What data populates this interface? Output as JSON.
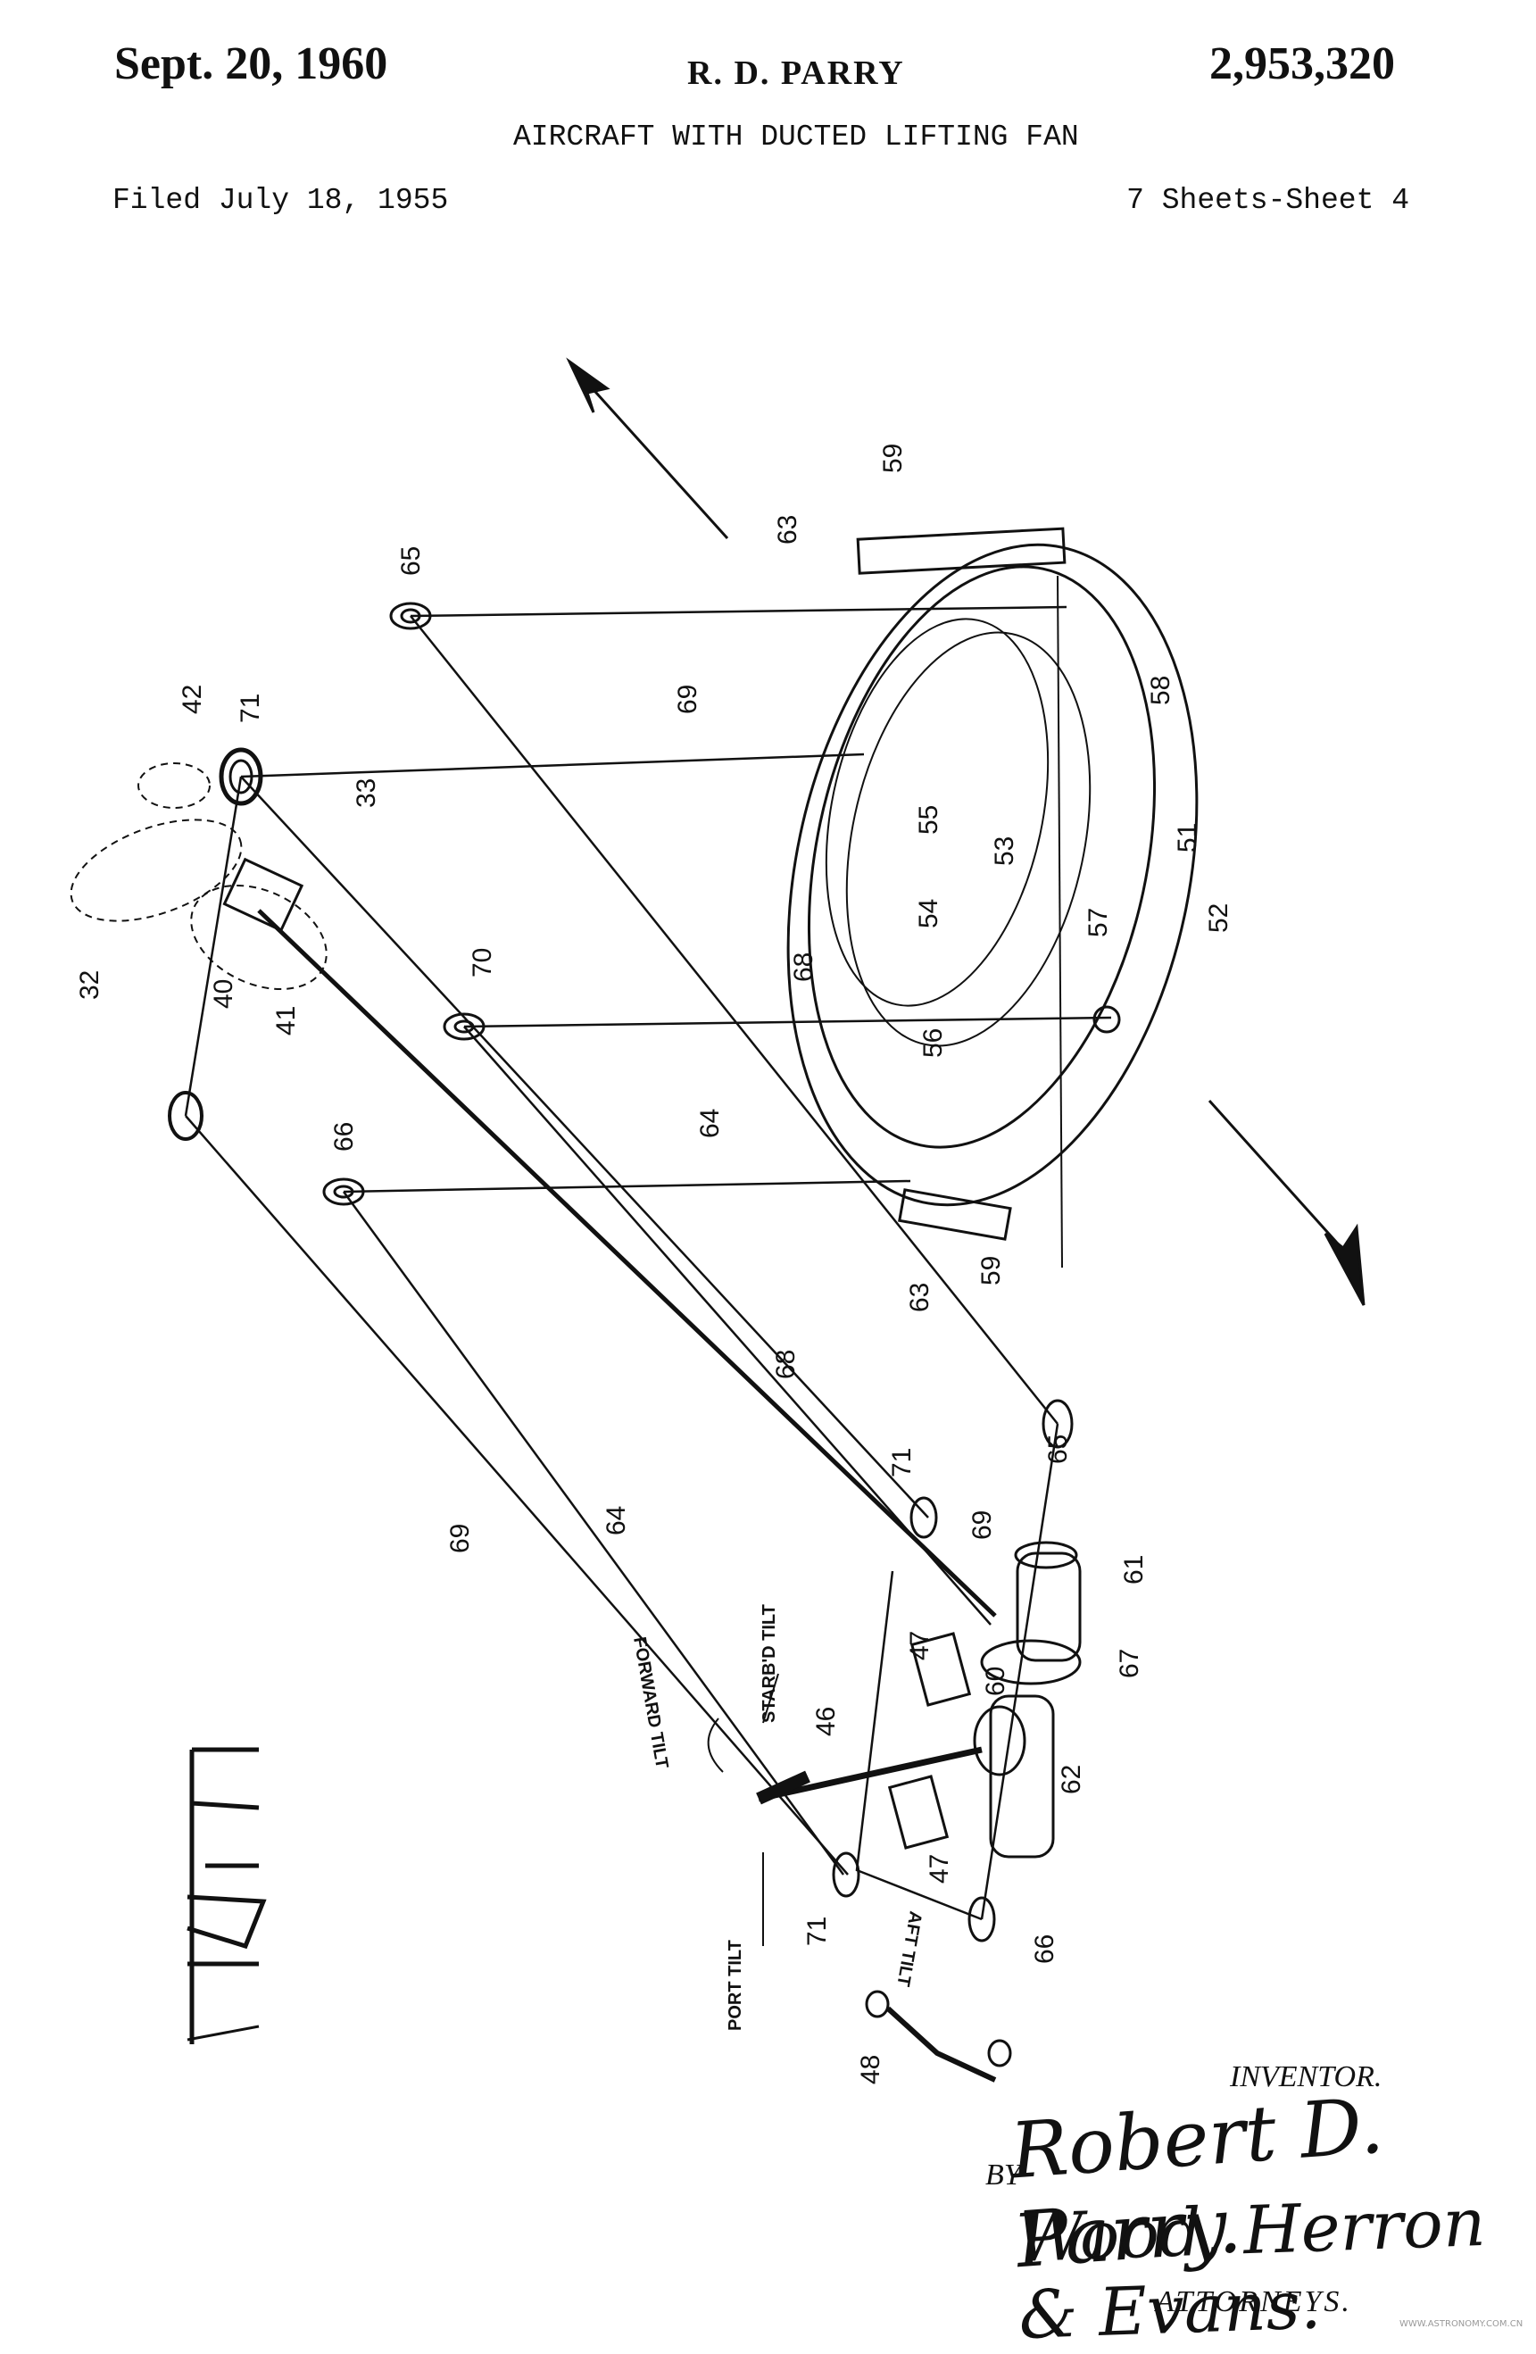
{
  "header": {
    "date": "Sept. 20, 1960",
    "inventor": "R. D. PARRY",
    "patent_number": "2,953,320",
    "title": "AIRCRAFT WITH DUCTED LIFTING FAN",
    "filed": "Filed July 18, 1955",
    "sheets": "7 Sheets-Sheet 4"
  },
  "figure": {
    "label": "Fig. 8",
    "reference_numerals": [
      "59",
      "63",
      "65",
      "69",
      "42",
      "71",
      "33",
      "58",
      "55",
      "53",
      "51",
      "54",
      "57",
      "52",
      "70",
      "68",
      "32",
      "40",
      "41",
      "56",
      "64",
      "66",
      "59",
      "63",
      "68",
      "65",
      "71",
      "69",
      "61",
      "64",
      "69",
      "47",
      "60",
      "67",
      "46",
      "62",
      "47",
      "71",
      "66",
      "48"
    ],
    "annotations": {
      "forward_tilt": "FORWARD TILT",
      "starbd_tilt": "STARB'D TILT",
      "aft_tilt": "AFT TILT",
      "port_tilt": "PORT TILT"
    }
  },
  "footer": {
    "inventor_label": "INVENTOR.",
    "inventor_signature": "Robert D. Parry.",
    "by_label": "BY",
    "attorneys_signature": "Wood, Herron & Evans.",
    "attorneys_label": "ATTORNEYS.",
    "watermark": "WWW.ASTRONOMY.COM.CN"
  }
}
